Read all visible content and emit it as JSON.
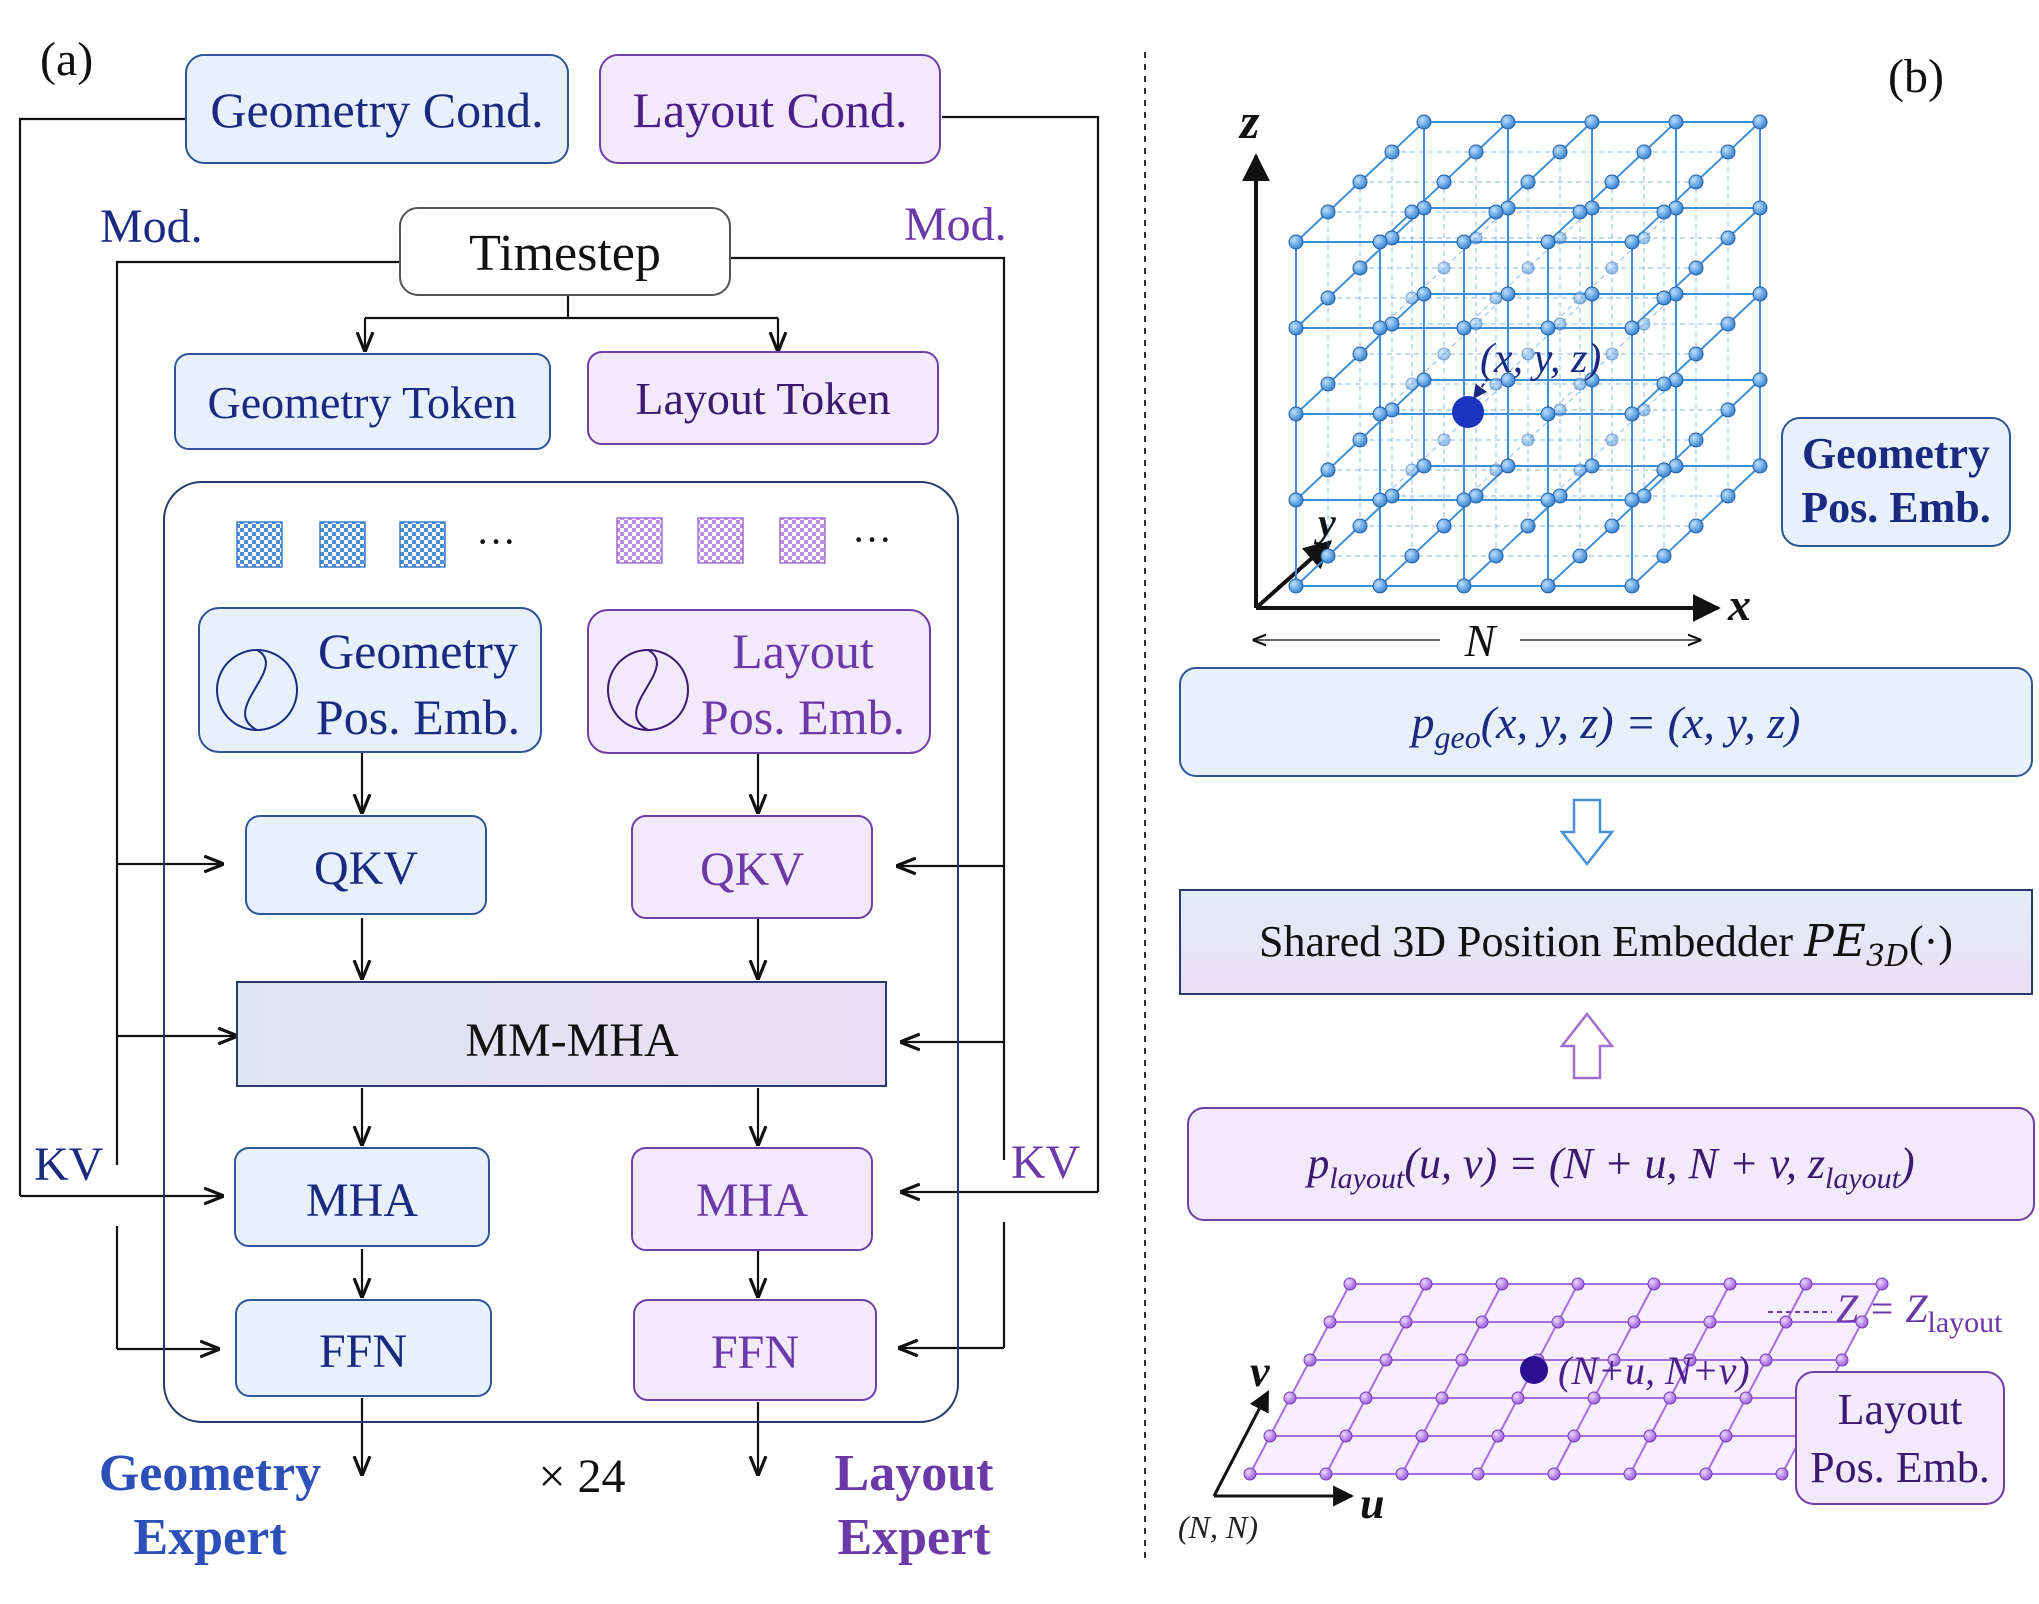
{
  "panel_a": {
    "label": "(a)",
    "geometry_cond": "Geometry Cond.",
    "layout_cond": "Layout Cond.",
    "mod_left": "Mod.",
    "mod_right": "Mod.",
    "timestep": "Timestep",
    "geometry_token": "Geometry Token",
    "layout_token": "Layout Token",
    "ellipsis_left": "···",
    "ellipsis_right": "···",
    "geo_pos_emb_line1": "Geometry",
    "geo_pos_emb_line2": "Pos. Emb.",
    "lay_pos_emb_line1": "Layout",
    "lay_pos_emb_line2": "Pos. Emb.",
    "qkv_left": "QKV",
    "qkv_right": "QKV",
    "mm_mha": "MM-MHA",
    "mha_left": "MHA",
    "mha_right": "MHA",
    "ffn_left": "FFN",
    "ffn_right": "FFN",
    "kv_left": "KV",
    "kv_right": "KV",
    "repeat": "× 24",
    "geometry_expert_line1": "Geometry",
    "geometry_expert_line2": "Expert",
    "layout_expert_line1": "Layout",
    "layout_expert_line2": "Expert"
  },
  "panel_b": {
    "label": "(b)",
    "axis_z": "z",
    "axis_y": "y",
    "axis_x": "x",
    "axis_n": "N",
    "point_label": "(x, y, z)",
    "geo_pos_emb_line1": "Geometry",
    "geo_pos_emb_line2": "Pos. Emb.",
    "pgeo_sym": "p",
    "pgeo_sub": "geo",
    "pgeo_rest": "(x, y, z) = (x, y, z)",
    "embedder_text": "Shared 3D Position Embedder ",
    "embedder_sym": "PE",
    "embedder_sub": "3D",
    "embedder_rest": "(·)",
    "playout_sym": "p",
    "playout_sub": "layout",
    "playout_rest": "(u, v) = (N + u, N + v, z",
    "playout_zsub": "layout",
    "playout_close": ")",
    "plane_z_text": "Z = Z",
    "plane_z_sub": "layout",
    "plane_point": "(N+u, N+v)",
    "axis_v": "v",
    "axis_u": "u",
    "origin": "(N, N)",
    "lay_pos_emb_line1": "Layout",
    "lay_pos_emb_line2": "Pos. Emb."
  },
  "colors": {
    "blue_text": "#1a2a80",
    "purple_text": "#5a2a9a",
    "expert_blue": "#2c4fb8",
    "expert_purple": "#6b3aa8",
    "blue_fill": "#e8f1fb",
    "purple_fill": "#f2eafb",
    "blue_stroke": "#2f5597",
    "purple_stroke": "#6f3fa6",
    "lattice": "#3f8fd8",
    "plane": "#a66ee0"
  }
}
